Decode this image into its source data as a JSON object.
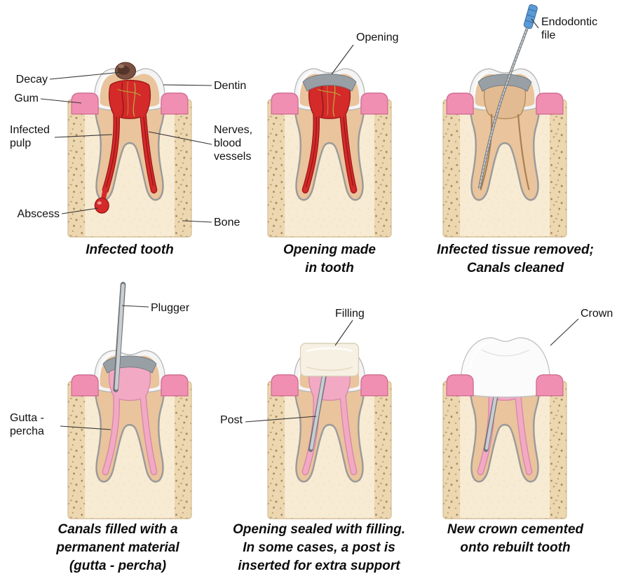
{
  "figure": {
    "kind": "root-canal-treatment-steps-diagram",
    "background": "#ffffff"
  },
  "colors": {
    "bone_base": "#ecd7b0",
    "bone_speckle": "#a98a5c",
    "bone_edge": "#c9b183",
    "socket": "#f8edd6",
    "gum": "#f08fb1",
    "gum_edge": "#cf6d93",
    "enamel": "#f4f4f4",
    "enamel_edge": "#b8b8b8",
    "dentin": "#e9c49c",
    "dentin_edge": "#9a9a9a",
    "pulp_red": "#d42a2a",
    "pulp_red_dark": "#9e1717",
    "nerve": "#8c1212",
    "vessel": "#b9b23a",
    "decay": "#7a5040",
    "decay_dark": "#56352a",
    "decay_light": "#9c7a64",
    "opening": "#98a0a6",
    "opening_edge": "#6f777d",
    "gutta": "#f2a9c4",
    "gutta_edge": "#d786a8",
    "canal_empty": "#a97f52",
    "metal_light": "#c9ced2",
    "metal_dark": "#71767a",
    "file_handle": "#5b9bd5",
    "file_handle_dark": "#3a6ea5",
    "filling": "#f7f1e4",
    "filling_edge": "#d9ceb8",
    "crown": "#fbfbfb",
    "crown_edge": "#c2c2c2",
    "leader": "#333333",
    "text": "#111111"
  },
  "panels": [
    {
      "step": 1,
      "caption": "Infected tooth",
      "labels": [
        {
          "id": "decay",
          "text": "Decay"
        },
        {
          "id": "gum",
          "text": "Gum"
        },
        {
          "id": "infected-pulp",
          "text": "Infected\npulp"
        },
        {
          "id": "abscess",
          "text": "Abscess"
        },
        {
          "id": "dentin",
          "text": "Dentin"
        },
        {
          "id": "nerves-blood-vessels",
          "text": "Nerves,\nblood\nvessels"
        },
        {
          "id": "bone",
          "text": "Bone"
        }
      ]
    },
    {
      "step": 2,
      "caption": "Opening made\nin tooth",
      "labels": [
        {
          "id": "opening",
          "text": "Opening"
        }
      ]
    },
    {
      "step": 3,
      "caption": "Infected tissue removed;\nCanals cleaned",
      "labels": [
        {
          "id": "endodontic-file",
          "text": "Endodontic\nfile"
        }
      ]
    },
    {
      "step": 4,
      "caption": "Canals filled with a\npermanent material\n(gutta - percha)",
      "labels": [
        {
          "id": "plugger",
          "text": "Plugger"
        },
        {
          "id": "gutta-percha",
          "text": "Gutta -\npercha"
        }
      ]
    },
    {
      "step": 5,
      "caption": "Opening sealed with filling.\nIn some cases, a post is\ninserted for extra support",
      "labels": [
        {
          "id": "filling",
          "text": "Filling"
        },
        {
          "id": "post",
          "text": "Post"
        }
      ]
    },
    {
      "step": 6,
      "caption": "New crown cemented\nonto rebuilt tooth",
      "labels": [
        {
          "id": "crown",
          "text": "Crown"
        }
      ]
    }
  ]
}
